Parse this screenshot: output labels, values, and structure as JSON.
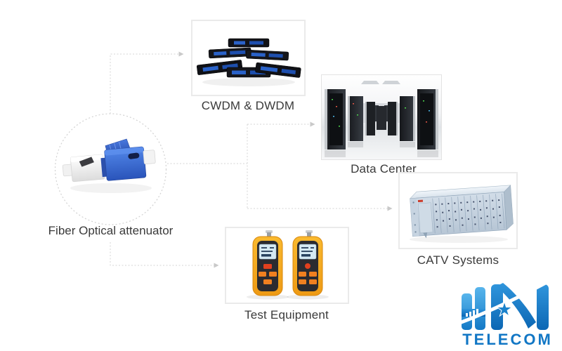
{
  "hub": {
    "label": "Fiber Optical attenuator",
    "image": "lc-fiber-optical-attenuator"
  },
  "nodes": {
    "cwdm": {
      "label": "CWDM & DWDM",
      "image": "cwdm-dwdm-multiplexer-rack-fan"
    },
    "datacenter": {
      "label": "Data Center",
      "image": "server-room-racks-photo"
    },
    "catv": {
      "label": "CATV Systems",
      "image": "catv-rack-chassis"
    },
    "test": {
      "label": "Test Equipment",
      "image": "two-handheld-optical-power-meters"
    }
  },
  "logo": {
    "monogram": "HN",
    "wordmark": "TELECOM"
  },
  "colors": {
    "background": "#ffffff",
    "connector_line": "#d5d5d5",
    "arrowhead": "#c9c9c9",
    "box_border": "#eaeaea",
    "label_text": "#3a3a3a",
    "attenuator_blue": "#3a67d0",
    "logo_blue": "#1277c5",
    "logo_gradient_light": "#58b5ec",
    "logo_gradient_dark": "#0e6fc0",
    "meter_yellow": "#f5a623",
    "device_black": "#15161a",
    "catv_steel_blue": "#c3d1de"
  }
}
